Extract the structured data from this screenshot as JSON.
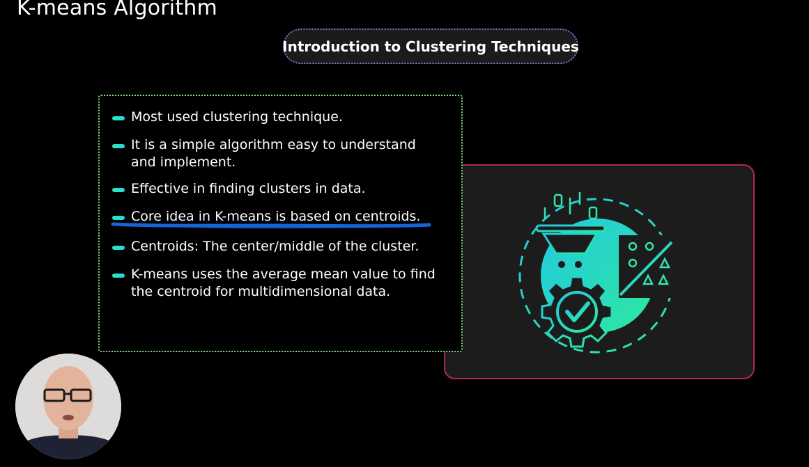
{
  "slide": {
    "title": "K-means Algorithm",
    "topic_pill": "Introduction to Clustering Techniques"
  },
  "bullets": [
    {
      "text": "Most used clustering technique.",
      "underlined": false
    },
    {
      "text": "It is a simple algorithm easy to understand and implement.",
      "underlined": false
    },
    {
      "text": "Effective in finding clusters in data.",
      "underlined": false
    },
    {
      "text": "Core idea in K-means is based on centroids.",
      "underlined": true
    },
    {
      "text": "Centroids: The center/middle of the cluster.",
      "underlined": false
    },
    {
      "text": "K-means uses the average mean value to find the centroid for multidimensional data.",
      "underlined": false
    }
  ],
  "illustration": {
    "icon": "clustering-gear-check-icon",
    "binary_digits": [
      "0",
      "1",
      "1",
      "0"
    ]
  },
  "colors": {
    "background": "#000000",
    "accent_teal": "#2ee8b0",
    "accent_cyan": "#28d4e6",
    "card_border": "#b0294f",
    "pen_annotation": "#1565d8"
  }
}
